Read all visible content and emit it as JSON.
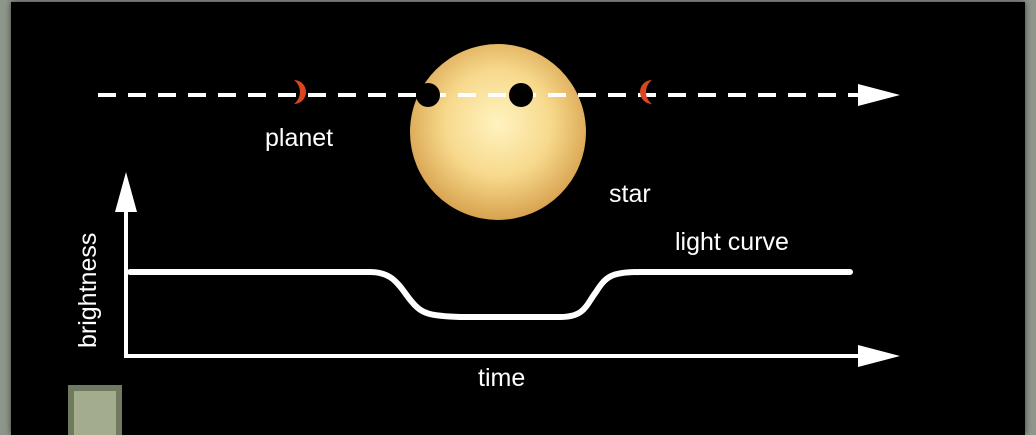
{
  "labels": {
    "planet": "planet",
    "star": "star",
    "light_curve": "light curve",
    "x_axis": "time",
    "y_axis": "brightness"
  },
  "colors": {
    "frame": "#8e968b",
    "panel_background": "#000000",
    "planet_crescent": "#d9461e",
    "planet_disk": "#000000",
    "star_center": "#fff0b8",
    "star_edge": "#d9a352",
    "lines": "#ffffff",
    "button_fill": "#a3ad8e",
    "button_border": "#6f7a5f"
  }
}
